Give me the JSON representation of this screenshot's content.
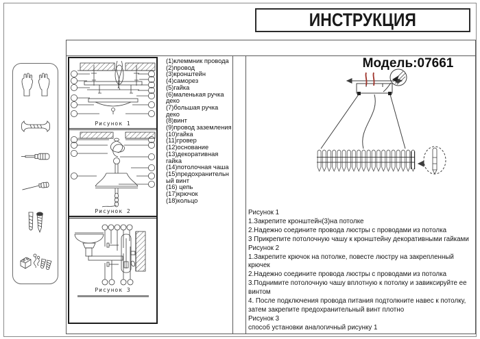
{
  "title": "ИНСТРУКЦИЯ",
  "model_label": "Модель:07661",
  "figures": [
    {
      "label": "Рисунок 1"
    },
    {
      "label": "Рисунок 2"
    },
    {
      "label": "Рисунок 3"
    }
  ],
  "parts_list": [
    "(1)клеммник провода",
    "(2)провод",
    "(3)кронштейн",
    "(4)саморез",
    "(5)гайка",
    "(6)маленькая ручка деко",
    "(7)большая ручка деко",
    "(8)винт",
    "(9)провод заземления",
    "(10)гайка",
    "(11)гровер",
    "(12)основание",
    "(13)декоративная гайка",
    "(14)потолочная чаша",
    "(15)предохранительный винт",
    "(16) цепь",
    "(17)крючок",
    "(18)кольцо"
  ],
  "instructions": [
    "Рисунок 1",
    "1.Закрепите кронштейн(3)на потолке",
    "2.Надежно соедините провода люстры с проводами из потолка",
    "3 Прикрепите потолочную чашу к кронштейну декоративными гайками",
    "Рисунок 2",
    "1.Закрепите крючок на потолке, повесте люстру на закрепленный крючек",
    "2.Надежно соедините провода люстры с проводами из потолка",
    "3.Поднимите потолочную чашу вплотную к потолку и завиксируйте ее винтом",
    "4.  После подключения провода питания подтолкните навес к потолку, затем закрепите предохранительный винт плотно",
    "Рисунок 3",
    "способ установки аналогичный рисунку 1"
  ],
  "sidebar_tools": [
    "gloves",
    "wrench",
    "screwdriver",
    "awl",
    "wall-plug-and-screw",
    "small-fasteners"
  ],
  "colors": {
    "wire_red": "#9e3128",
    "line_gray": "#3d3d3d"
  }
}
